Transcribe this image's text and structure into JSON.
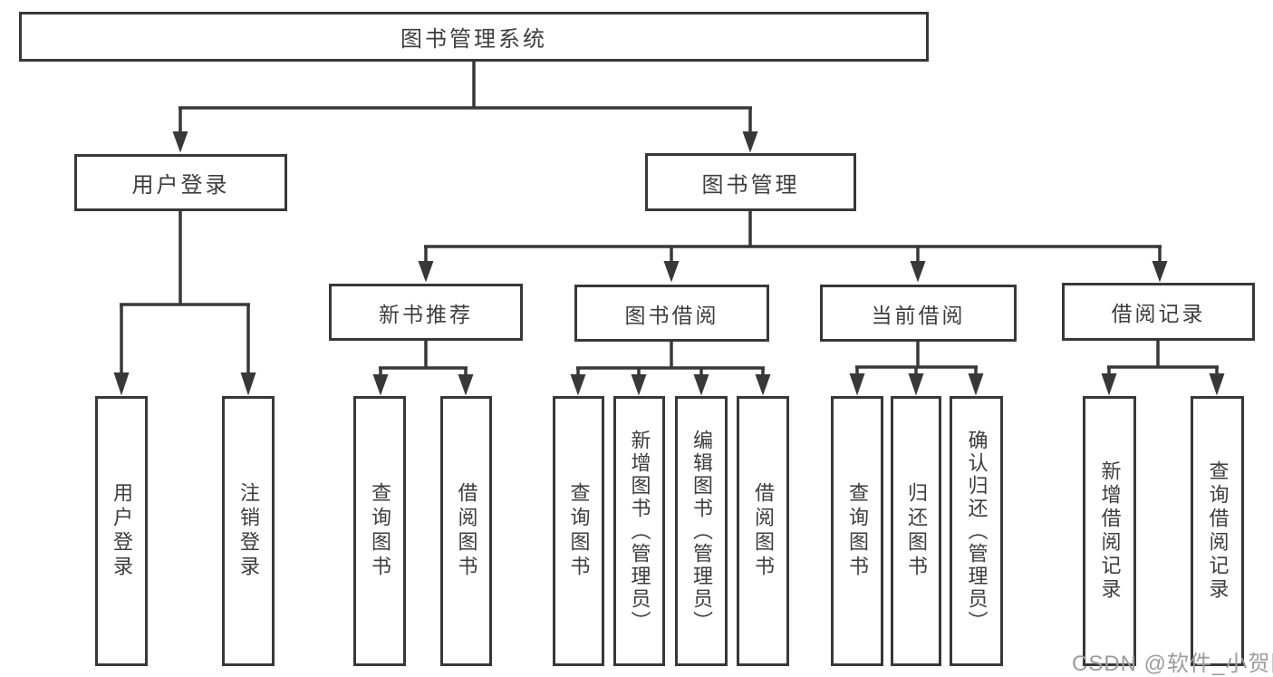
{
  "diagram": {
    "root": "图书管理系统",
    "level2": [
      {
        "label": "用户登录",
        "children": [
          "用户登录",
          "注销登录"
        ]
      },
      {
        "label": "图书管理",
        "children": [
          {
            "label": "新书推荐",
            "children": [
              "查询图书",
              "借阅图书"
            ]
          },
          {
            "label": "图书借阅",
            "children": [
              "查询图书",
              "新增图书（管理员）",
              "编辑图书（管理员）",
              "借阅图书"
            ]
          },
          {
            "label": "当前借阅",
            "children": [
              "查询图书",
              "归还图书",
              "确认归还（管理员）"
            ]
          },
          {
            "label": "借阅记录",
            "children": [
              "新增借阅记录",
              "查询借阅记录"
            ]
          }
        ]
      }
    ]
  },
  "watermark": "CSDN @软件_小贺同学",
  "colors": {
    "line": "#383838",
    "text": "#3d3d3d",
    "watermark": "#9c9c9c",
    "background": "#ffffff"
  }
}
